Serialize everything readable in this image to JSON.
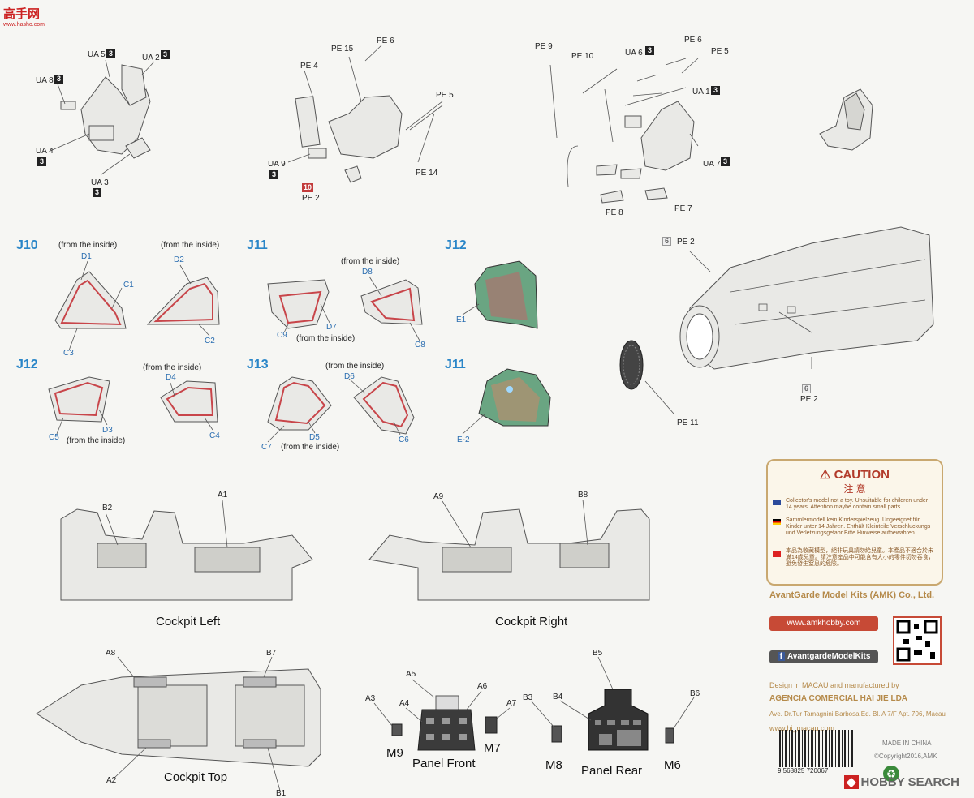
{
  "watermark_top": {
    "brand": "高手网",
    "site": "www.hasho.com"
  },
  "seats": {
    "left": [
      {
        "t": "UA 5",
        "n": "3"
      },
      {
        "t": "UA 2",
        "n": "3"
      },
      {
        "t": "UA 8",
        "n": "3"
      },
      {
        "t": "UA 4",
        "n": "3"
      },
      {
        "t": "UA 3",
        "n": "3"
      }
    ],
    "mid": [
      "PE 15",
      "PE 6",
      "PE 4",
      "PE 5",
      "PE 14",
      "UA 9",
      "PE 2"
    ],
    "mid_tags": {
      "ua9": "3",
      "pe2": "10"
    },
    "right": [
      "PE 9",
      "PE 10",
      "UA 6",
      "PE 6",
      "PE 5",
      "UA 1",
      "UA 7",
      "PE 8",
      "PE 7"
    ],
    "right_tags": {
      "ua6": "3",
      "ua1": "3",
      "ua7": "3"
    }
  },
  "steps": {
    "j10": "J10",
    "j11": "J11",
    "j12": "J12",
    "j12b": "J12",
    "j13": "J13",
    "j11b": "J11"
  },
  "canopy_labels": {
    "inside": "(from the inside)",
    "d1": "D1",
    "c1": "C1",
    "c3": "C3",
    "d2": "D2",
    "c2": "C2",
    "d8": "D8",
    "c9": "C9",
    "d7": "D7",
    "c8": "C8",
    "e1": "E1",
    "c5": "C5",
    "d3": "D3",
    "d4": "D4",
    "c4": "C4",
    "d6": "D6",
    "c7": "C7",
    "d5": "D5",
    "c6": "C6",
    "e2": "E-2"
  },
  "fuselage": {
    "pe2a": "PE 2",
    "pe2b": "PE 2",
    "pe11": "PE 11",
    "tag": "6"
  },
  "cockpit": {
    "left": "Cockpit Left",
    "right": "Cockpit Right",
    "top": "Cockpit Top",
    "b2": "B2",
    "a1": "A1",
    "a9": "A9",
    "b8": "B8",
    "a8": "A8",
    "b7": "B7",
    "a2": "A2",
    "b1": "B1"
  },
  "panels": {
    "a5": "A5",
    "a6": "A6",
    "a3": "A3",
    "a4": "A4",
    "a7": "A7",
    "m9": "M9",
    "m7": "M7",
    "front": "Panel Front",
    "b5": "B5",
    "b3": "B3",
    "b4": "B4",
    "b6": "B6",
    "m8": "M8",
    "rear": "Panel Rear",
    "m6": "M6"
  },
  "caution": {
    "title": "CAUTION",
    "zh": "注 意",
    "en": "Collector's model not a toy. Unsuitable for children under 14 years. Attention maybe contain small parts.",
    "de": "Sammlermodell kein Kinderspielzeug. Ungeeignet für Kinder unter 14 Jahren. Enthält Kleinteile Verschluckungs und Verletzungsgefahr Bitte Hinweise aufbewahren.",
    "cn": "本品為收藏模型，絕非玩具請勿給兒童。本產品不適合於未滿14歲兒童。請注意産品中可能含有大小的零件切勿吞食，避免發生窒息的危險。"
  },
  "company": {
    "name": "AvantGarde Model Kits (AMK) Co., Ltd.",
    "web": "www.amkhobby.com",
    "fb": "AvantgardeModelKits",
    "design": "Design in MACAU and manufactured by",
    "agency": "AGENCIA COMERCIAL HAI JIE LDA",
    "address": "Ave. Dr.Tur Tamagnini Barbosa Ed. Bl. A 7/F Apt. 706, Macau",
    "site": "www.hj_macau.com",
    "made": "MADE IN CHINA",
    "copyright": "©Copyright2016,AMK",
    "barcode": "9 568825 720067"
  },
  "watermark_bottom": "HOBBY SEARCH"
}
